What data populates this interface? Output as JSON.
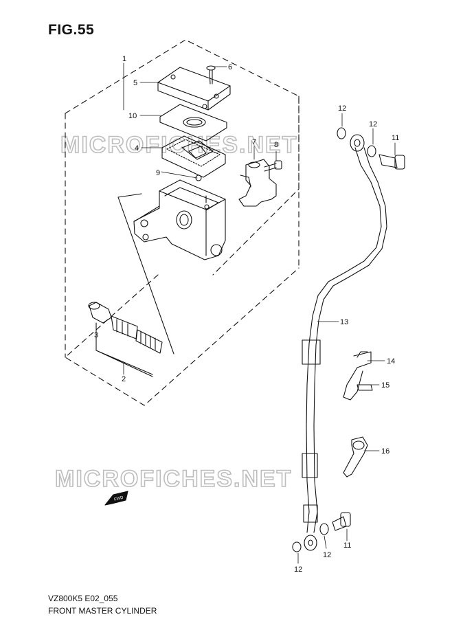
{
  "figure": {
    "title": "FIG.55",
    "model_code": "VZ800K5 E02_055",
    "assembly_name": "FRONT MASTER CYLINDER"
  },
  "watermark": {
    "text": "MICROFICHES.NET",
    "color": "#bdbdbd"
  },
  "direction_badge": "FWD",
  "part_callouts": [
    "1",
    "2",
    "3",
    "4",
    "5",
    "6",
    "7",
    "8",
    "9",
    "10",
    "11",
    "11",
    "12",
    "12",
    "12",
    "12",
    "13",
    "14",
    "15",
    "16"
  ]
}
